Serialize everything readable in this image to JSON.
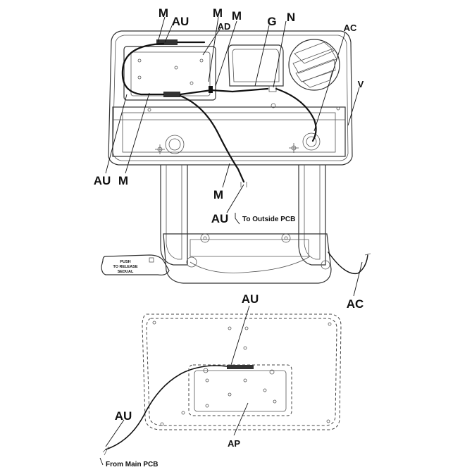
{
  "callouts": {
    "m_top_left": "M",
    "au_top": "AU",
    "m_top_mid": "M",
    "m_top_right": "M",
    "ad": "AD",
    "g": "G",
    "n": "N",
    "ac_top": "AC",
    "v": "V",
    "au_left": "AU",
    "m_left": "M",
    "m_mid": "M",
    "au_mid": "AU",
    "ac_right": "AC",
    "au_lower": "AU",
    "au_bottom_left": "AU",
    "ap": "AP"
  },
  "notes": {
    "to_outside_pcb": "To Outside PCB",
    "from_main_pcb": "From Main PCB"
  },
  "release_plate": {
    "line1": "PUSH",
    "line2": "TO RELEASE",
    "line3": "SEDUAL"
  }
}
